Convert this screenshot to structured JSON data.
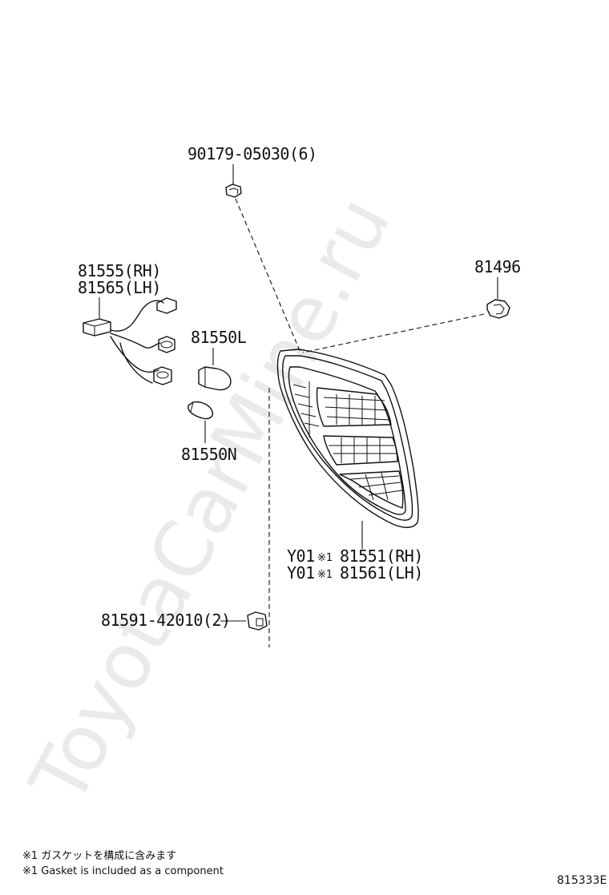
{
  "watermark": "ToyotaCarMine.ru",
  "labels": {
    "clip_top": "90179-05030(6)",
    "harness_rh": "81555(RH)",
    "harness_lh": "81565(LH)",
    "bulb_l": "81550L",
    "bulb_n": "81550N",
    "socket_right": "81496",
    "lamp_rh_prefix": "Y01",
    "lamp_rh": "81551(RH)",
    "lamp_lh_prefix": "Y01",
    "lamp_lh": "81561(LH)",
    "note_mark": "※1",
    "bottom_clip": "81591-42010(2)"
  },
  "notes": {
    "jp": "※1 ガスケットを構成に含みます",
    "en": "※1 Gasket is included as a component"
  },
  "diagram_code": "815333E",
  "colors": {
    "ink": "#111111",
    "watermark": "#d9d9d9",
    "background": "#ffffff"
  }
}
